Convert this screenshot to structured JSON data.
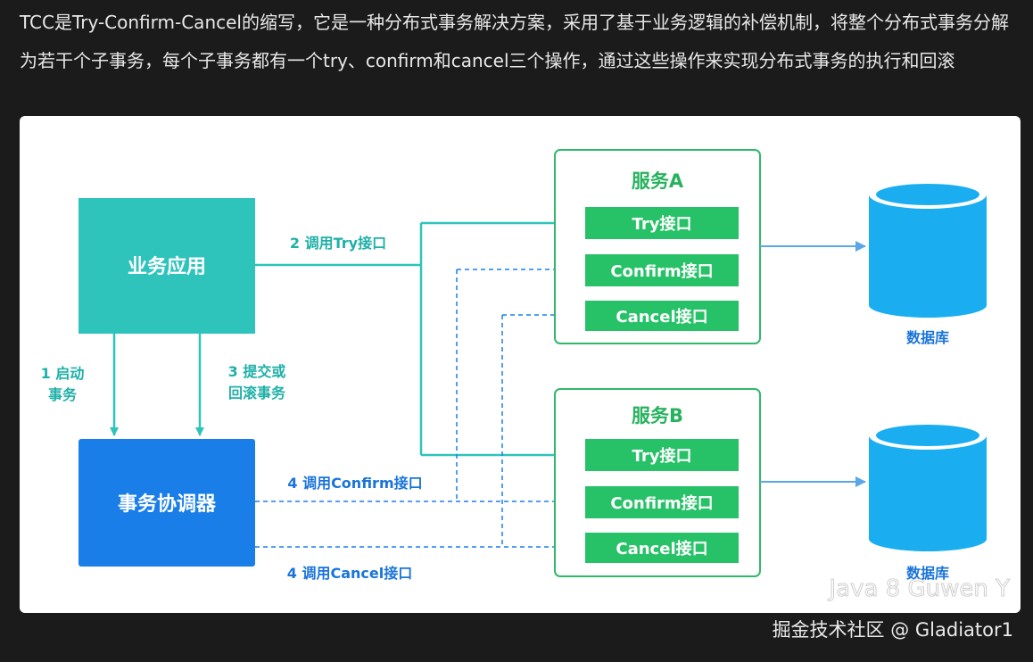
{
  "intro": {
    "text": "TCC是Try-Confirm-Cancel的缩写，它是一种分布式事务解决方案，采用了基于业务逻辑的补偿机制，将整个分布式事务分解为若干个子事务，每个子事务都有一个try、confirm和cancel三个操作，通过这些操作来实现分布式事务的执行和回滚"
  },
  "diagram": {
    "app_label": "业务应用",
    "coordinator_label": "事务协调器",
    "service_a_title": "服务A",
    "service_b_title": "服务B",
    "iface_try": "Try接口",
    "iface_confirm": "Confirm接口",
    "iface_cancel": "Cancel接口",
    "step1_line1": "1 启动",
    "step1_line2": "事务",
    "step2": "2 调用Try接口",
    "step3_line1": "3 提交或",
    "step3_line2": "回滚事务",
    "step4_confirm": "4 调用Confirm接口",
    "step4_cancel": "4 调用Cancel接口",
    "db_label": "数据库",
    "watermark": "Java 8 Guwen Y"
  },
  "colors": {
    "teal": "#2ec4bc",
    "blue": "#1a7ee8",
    "green": "#27c268",
    "green_border": "#32b86a",
    "db": "#1aaef0",
    "label_teal": "#1fb0a8",
    "label_blue": "#1a74d9"
  },
  "footer": {
    "text": "掘金技术社区 @ Gladiator1"
  }
}
